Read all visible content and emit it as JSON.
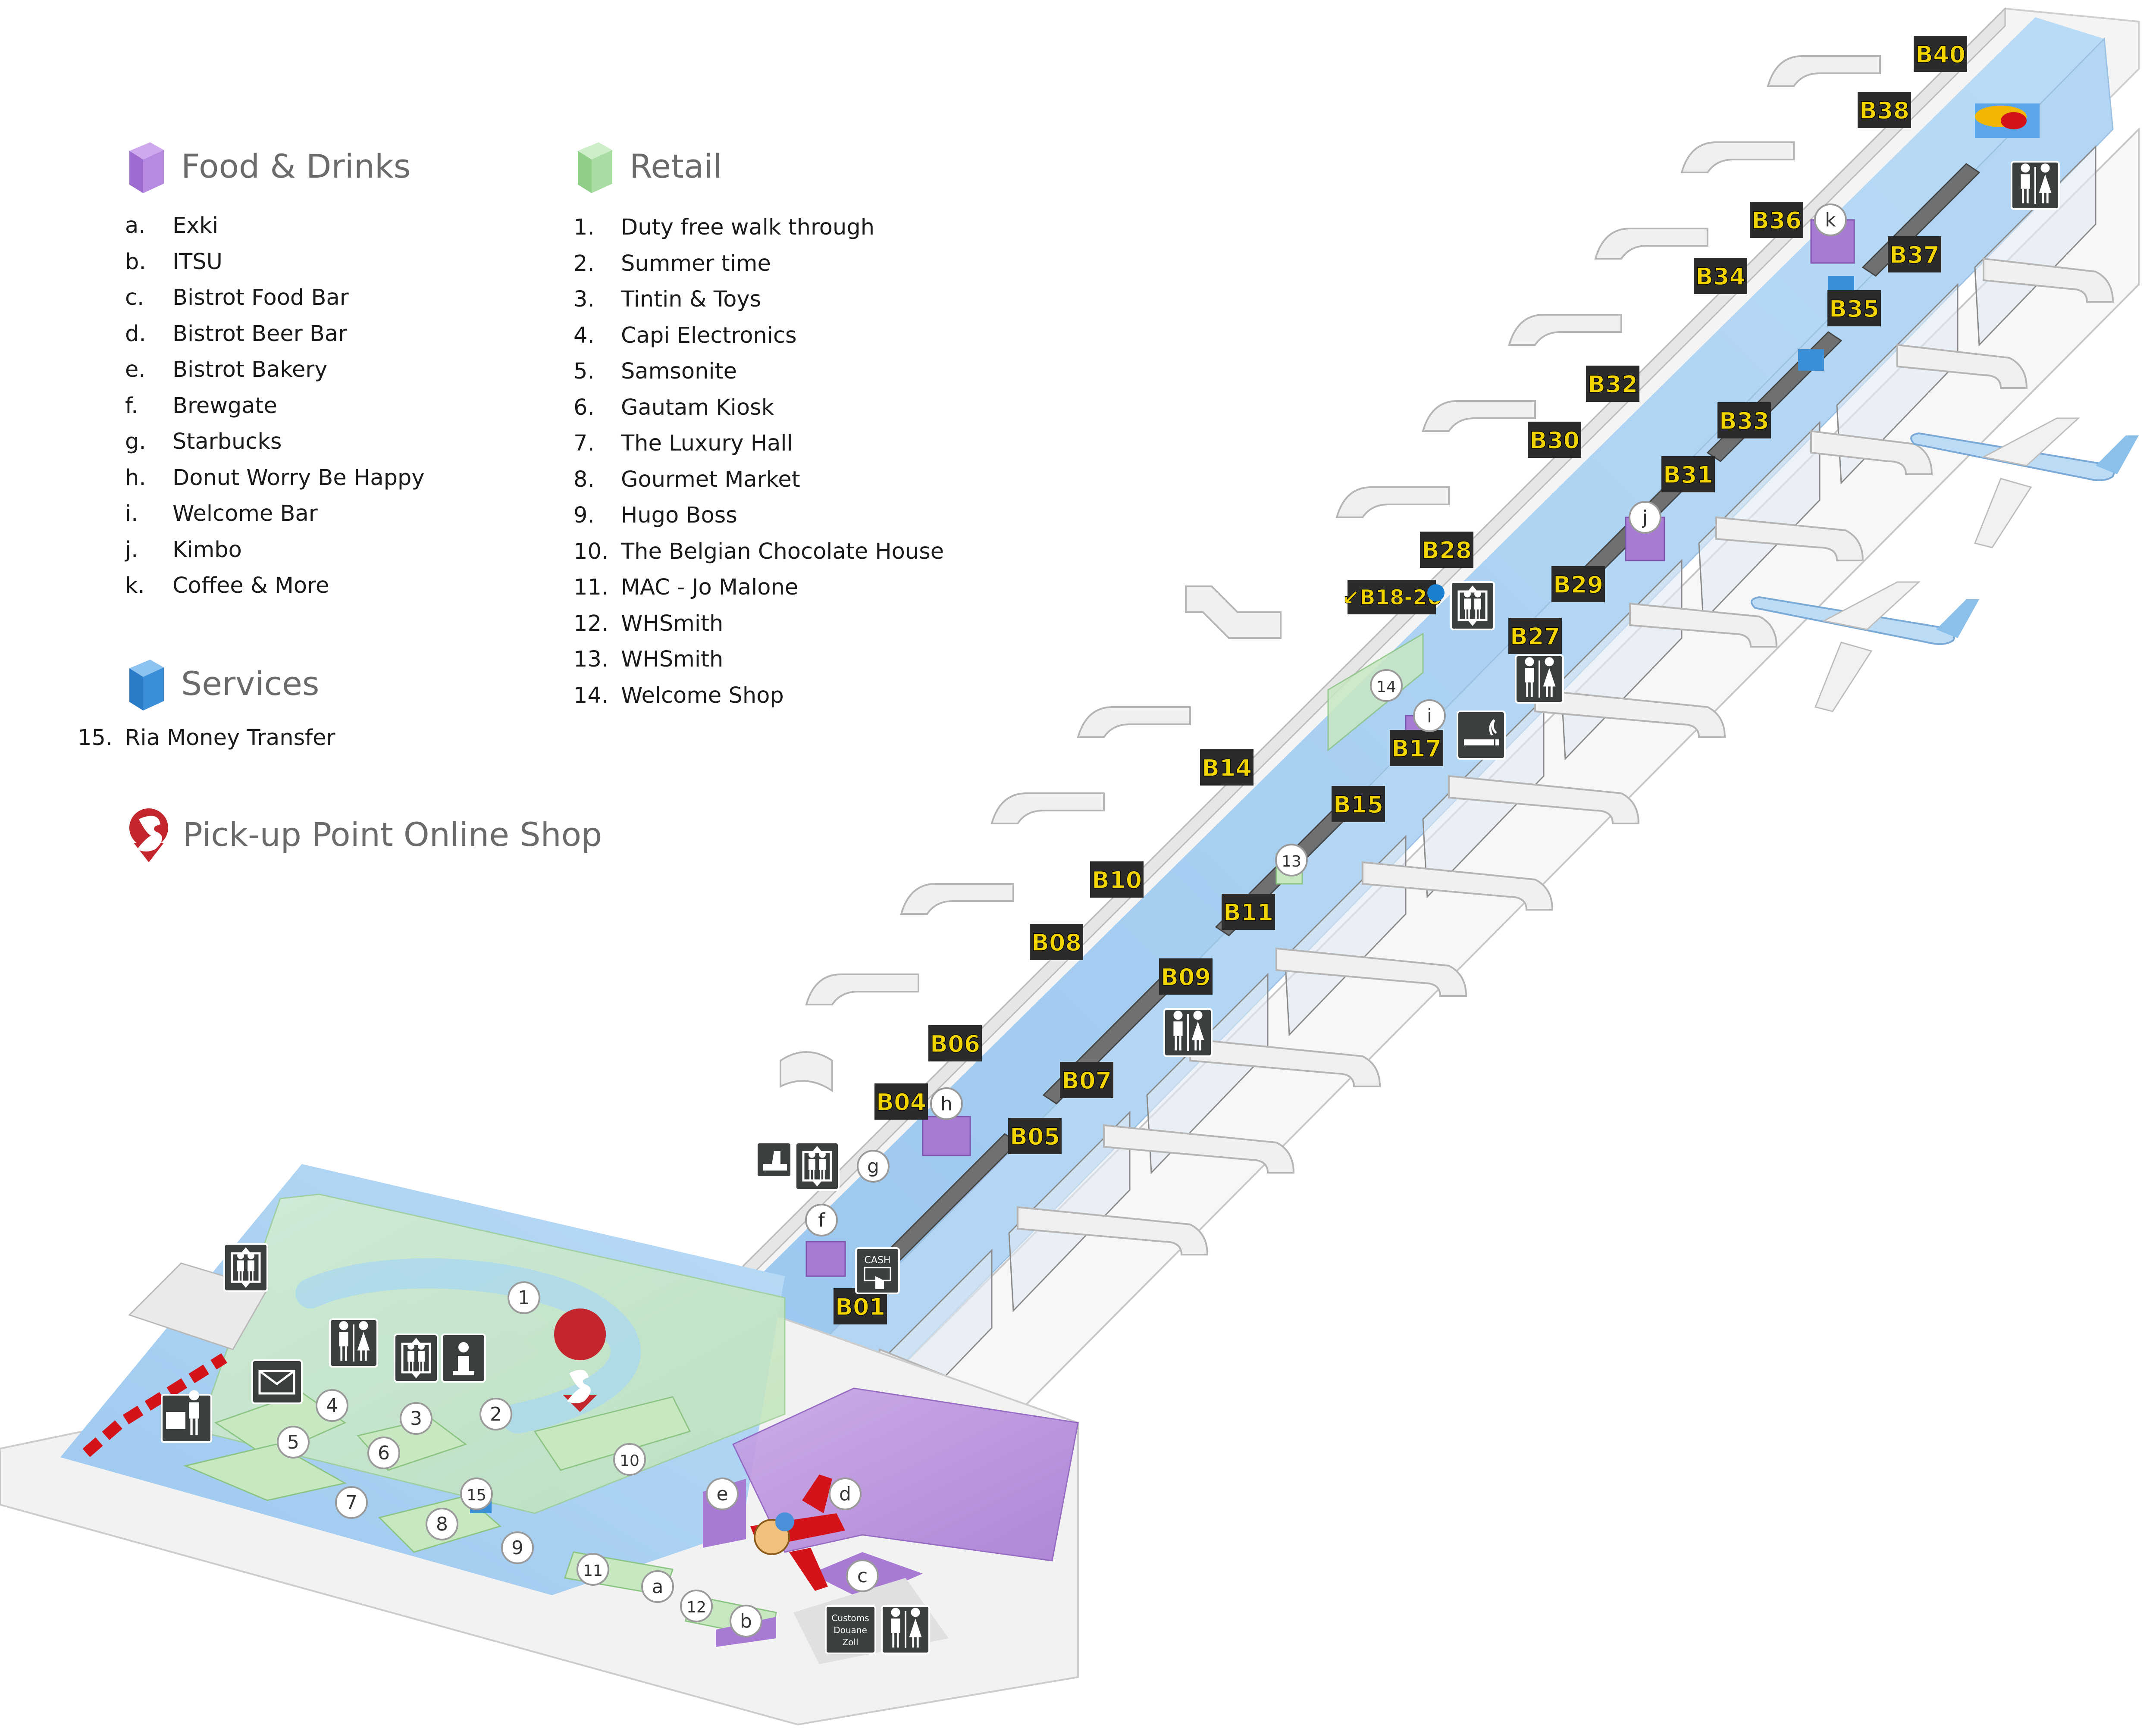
{
  "legend": {
    "food": {
      "title": "Food & Drinks",
      "color": "#a77bd4",
      "items": [
        {
          "key": "a.",
          "label": "Exki"
        },
        {
          "key": "b.",
          "label": "ITSU"
        },
        {
          "key": "c.",
          "label": "Bistrot Food Bar"
        },
        {
          "key": "d.",
          "label": "Bistrot Beer Bar"
        },
        {
          "key": "e.",
          "label": "Bistrot Bakery"
        },
        {
          "key": "f.",
          "label": "Brewgate"
        },
        {
          "key": "g.",
          "label": "Starbucks"
        },
        {
          "key": "h.",
          "label": "Donut Worry Be Happy"
        },
        {
          "key": "i.",
          "label": "Welcome Bar"
        },
        {
          "key": "j.",
          "label": "Kimbo"
        },
        {
          "key": "k.",
          "label": "Coffee & More"
        }
      ]
    },
    "retail": {
      "title": "Retail",
      "color": "#9fd49a",
      "items": [
        {
          "key": "1.",
          "label": "Duty free walk through"
        },
        {
          "key": "2.",
          "label": "Summer time"
        },
        {
          "key": "3.",
          "label": "Tintin & Toys"
        },
        {
          "key": "4.",
          "label": "Capi Electronics"
        },
        {
          "key": "5.",
          "label": "Samsonite"
        },
        {
          "key": "6.",
          "label": "Gautam Kiosk"
        },
        {
          "key": "7.",
          "label": "The Luxury Hall"
        },
        {
          "key": "8.",
          "label": "Gourmet Market"
        },
        {
          "key": "9.",
          "label": "Hugo Boss"
        },
        {
          "key": "10.",
          "label": "The Belgian Chocolate House"
        },
        {
          "key": "11.",
          "label": "MAC - Jo Malone"
        },
        {
          "key": "12.",
          "label": "WHSmith"
        },
        {
          "key": "13.",
          "label": "WHSmith"
        },
        {
          "key": "14.",
          "label": "Welcome Shop"
        }
      ]
    },
    "services": {
      "title": "Services",
      "color": "#3a8fd8",
      "items": [
        {
          "key": "15.",
          "label": "Ria Money Transfer"
        }
      ]
    },
    "pickup": {
      "title": "Pick-up Point Online Shop",
      "color": "#c4262e"
    }
  },
  "gates": [
    "B01",
    "B04",
    "B05",
    "B06",
    "B07",
    "B08",
    "B09",
    "B10",
    "B11",
    "B14",
    "B15",
    "B17",
    "B27",
    "B28",
    "B29",
    "B30",
    "B31",
    "B32",
    "B33",
    "B34",
    "B35",
    "B36",
    "B37",
    "B38",
    "B40"
  ],
  "gate_direction_sign": "↙B18-26",
  "markers": {
    "retail": [
      "1",
      "2",
      "3",
      "4",
      "5",
      "6",
      "7",
      "8",
      "9",
      "10",
      "11",
      "12",
      "13",
      "14"
    ],
    "food": [
      "a",
      "b",
      "c",
      "d",
      "e",
      "f",
      "g",
      "h",
      "i",
      "j",
      "k"
    ],
    "service": [
      "15"
    ]
  },
  "signs": {
    "cash": "CASH",
    "customs": [
      "Customs",
      "Douane",
      "Zoll"
    ]
  },
  "colors": {
    "floor": "#a9d0f2",
    "wall": "#eeeeee",
    "gate_label_bg": "#2b2b2b",
    "gate_label_text": "#f2d400",
    "icon_bg": "#3b3f3e"
  }
}
